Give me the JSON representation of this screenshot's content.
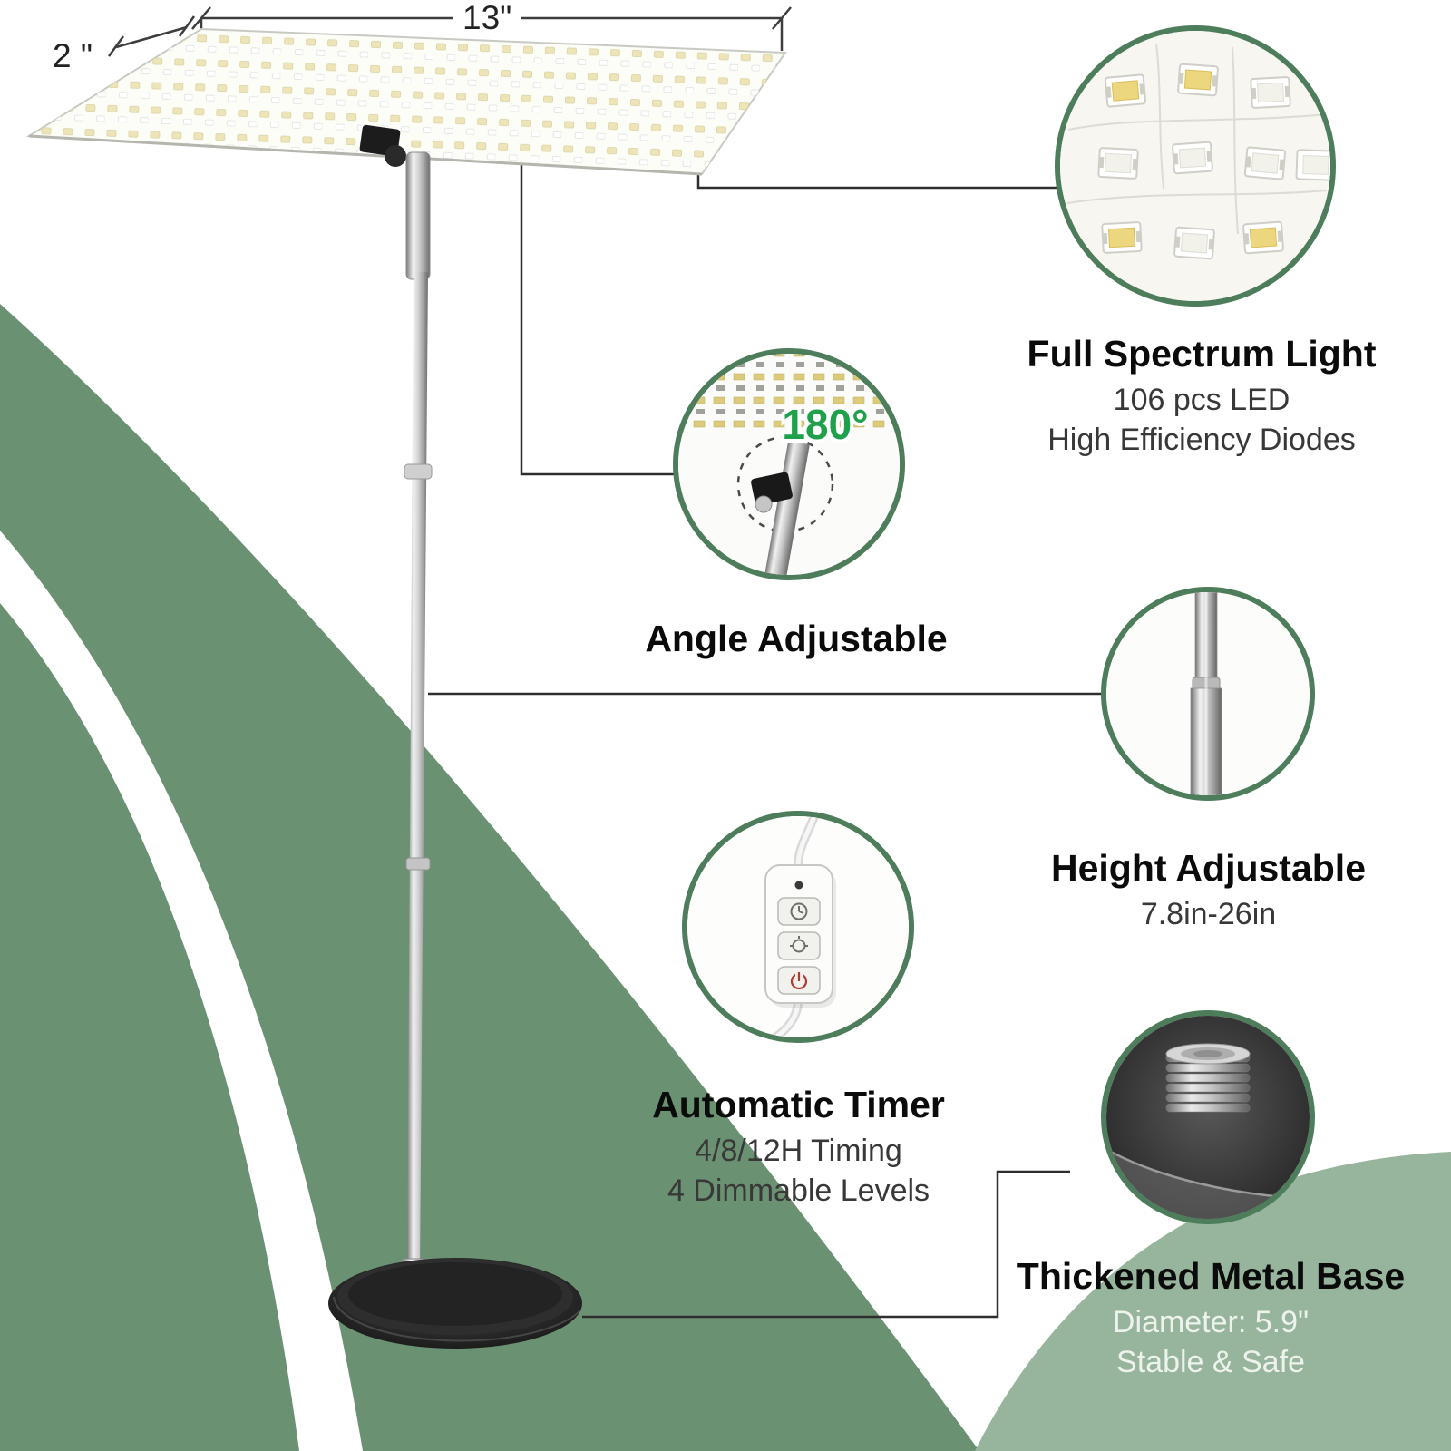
{
  "colors": {
    "swoosh_green": "#6b9173",
    "bottom_panel_green": "#97b49c",
    "callout_ring_green": "#4e7d5c",
    "angle_badge_green": "#1fa04a",
    "power_icon_red": "#b43a2e"
  },
  "dimensions": {
    "panel_width": "13\"",
    "panel_depth": "2 \""
  },
  "callouts": {
    "full_spectrum": {
      "title": "Full Spectrum Light",
      "line1": "106 pcs LED",
      "line2": "High Efficiency Diodes"
    },
    "angle": {
      "title": "Angle Adjustable",
      "badge": "180°"
    },
    "height": {
      "title": "Height Adjustable",
      "line1": "7.8in-26in"
    },
    "timer": {
      "title": "Automatic Timer",
      "line1": "4/8/12H Timing",
      "line2": "4 Dimmable Levels"
    },
    "metal_base": {
      "title": "Thickened Metal Base",
      "line1": "Diameter: 5.9\"",
      "line2": "Stable & Safe"
    }
  }
}
